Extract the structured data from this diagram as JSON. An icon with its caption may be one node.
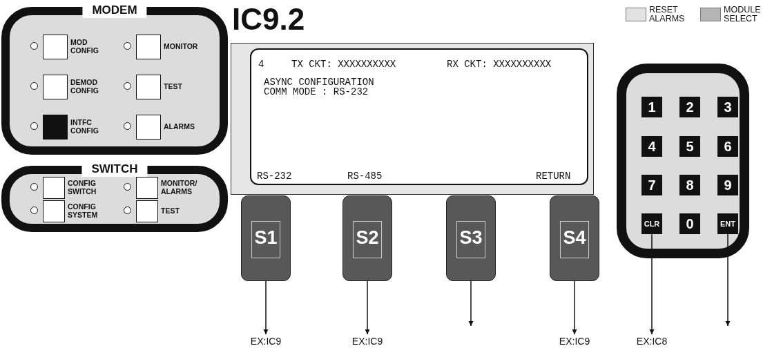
{
  "diagram": {
    "title": "IC9.2",
    "nodes": [
      {
        "text": [
          "MODEM"
        ]
      },
      {
        "text": [
          "MOD CONFIG"
        ],
        "in": 0
      },
      {
        "text": [
          "MONITOR"
        ],
        "in": 0
      },
      {
        "text": [
          "DEMOD CONFIG"
        ],
        "in": 0
      },
      {
        "text": [
          "TEST"
        ],
        "in": 0
      },
      {
        "text": [
          "INTFC CONFIG"
        ],
        "in": 0
      },
      {
        "text": [
          "ALARMS"
        ],
        "in": 0
      },
      {
        "text": [
          "SWITCH"
        ]
      },
      {
        "text": [
          "CONFIG SWITCH"
        ],
        "in": 7
      },
      {
        "text": [
          "MONITOR/ ALARMS"
        ],
        "in": 7
      },
      {
        "text": [
          "CONFIG SYSTEM"
        ],
        "in": 7
      },
      {
        "text": [
          "TEST"
        ],
        "in": 7
      },
      {
        "text": [
          "4",
          "TX CKT: XXXXXXXXXX",
          "RX CKT: XXXXXXXXXX",
          "ASYNC CONFIGURATION",
          "COMM MODE : RS-232",
          "RS-232",
          "RS-485",
          "RETURN"
        ]
      },
      {
        "text": [
          "S1"
        ]
      },
      {
        "text": [
          "S2"
        ]
      },
      {
        "text": [
          "S3"
        ]
      },
      {
        "text": [
          "S4"
        ]
      },
      {
        "text": [],
        "shape": "box"
      },
      {
        "text": [
          "1"
        ],
        "in": 17
      },
      {
        "text": [
          "2"
        ],
        "in": 17
      },
      {
        "text": [
          "3"
        ],
        "in": 17
      },
      {
        "text": [
          "4"
        ],
        "in": 17
      },
      {
        "text": [
          "5"
        ],
        "in": 17
      },
      {
        "text": [
          "6"
        ],
        "in": 17
      },
      {
        "text": [
          "7"
        ],
        "in": 17
      },
      {
        "text": [
          "8"
        ],
        "in": 17
      },
      {
        "text": [
          "9"
        ],
        "in": 17
      },
      {
        "text": [
          "CLR"
        ],
        "in": 17
      },
      {
        "text": [
          "0"
        ],
        "in": 17
      },
      {
        "text": [
          "ENT"
        ],
        "in": 17
      },
      {
        "text": [
          "EX:IC9"
        ]
      },
      {
        "text": [
          "EX:IC9"
        ]
      },
      {
        "text": [
          "EX:IC9"
        ]
      },
      {
        "text": [
          "EX:IC8"
        ]
      }
    ],
    "edges": [
      {
        "from": 13,
        "to": 30,
        "arrow": "to"
      },
      {
        "from": 14,
        "to": 31,
        "arrow": "to"
      },
      {
        "from": 15,
        "to": null,
        "arrow": "to"
      },
      {
        "from": 16,
        "to": 32,
        "arrow": "to"
      },
      {
        "from": 27,
        "to": 33,
        "arrow": "to"
      },
      {
        "from": 29,
        "to": null,
        "arrow": "to"
      }
    ],
    "legend": [
      {
        "text": "RESET ALARMS",
        "color": "#e2e2e2"
      },
      {
        "text": "MODULE SELECT",
        "color": "#b4b4b4"
      }
    ]
  }
}
